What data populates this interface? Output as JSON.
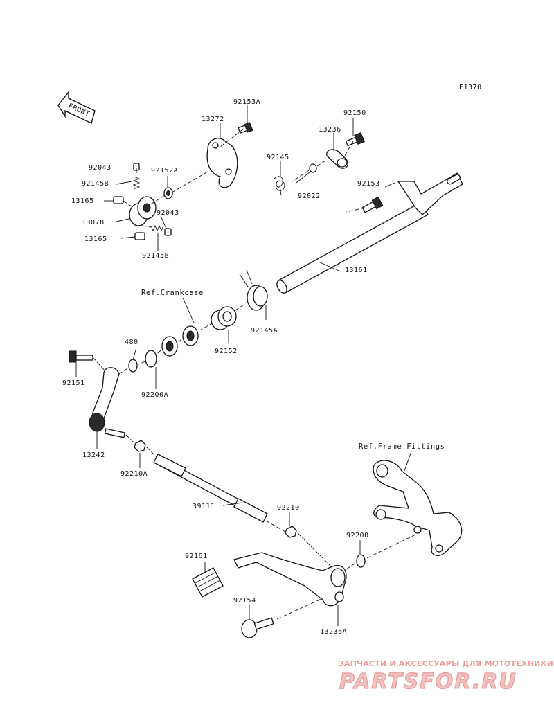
{
  "diagram_code": "E1370",
  "front_arrow_text": "FRONT",
  "labels": [
    {
      "id": "92153A",
      "text": "92153A"
    },
    {
      "id": "13272",
      "text": "13272"
    },
    {
      "id": "92150",
      "text": "92150"
    },
    {
      "id": "13236",
      "text": "13236"
    },
    {
      "id": "92145",
      "text": "92145"
    },
    {
      "id": "92043-top",
      "text": "92043"
    },
    {
      "id": "92152A",
      "text": "92152A"
    },
    {
      "id": "92145B-top",
      "text": "92145B"
    },
    {
      "id": "92153",
      "text": "92153"
    },
    {
      "id": "92022",
      "text": "92022"
    },
    {
      "id": "13165-top",
      "text": "13165"
    },
    {
      "id": "92043-mid",
      "text": "92043"
    },
    {
      "id": "13078",
      "text": "13078"
    },
    {
      "id": "13165-bot",
      "text": "13165"
    },
    {
      "id": "92145B-bot",
      "text": "92145B"
    },
    {
      "id": "13161",
      "text": "13161"
    },
    {
      "id": "92145A",
      "text": "92145A"
    },
    {
      "id": "480",
      "text": "480"
    },
    {
      "id": "92152",
      "text": "92152"
    },
    {
      "id": "92151",
      "text": "92151"
    },
    {
      "id": "92200A",
      "text": "92200A"
    },
    {
      "id": "13242",
      "text": "13242"
    },
    {
      "id": "92210A",
      "text": "92210A"
    },
    {
      "id": "39111",
      "text": "39111"
    },
    {
      "id": "92210",
      "text": "92210"
    },
    {
      "id": "92200",
      "text": "92200"
    },
    {
      "id": "92161",
      "text": "92161"
    },
    {
      "id": "92154",
      "text": "92154"
    },
    {
      "id": "13236A",
      "text": "13236A"
    }
  ],
  "references": [
    {
      "id": "crankcase",
      "text": "Ref.Crankcase"
    },
    {
      "id": "frame",
      "text": "Ref.Frame Fittings"
    }
  ],
  "watermark": {
    "tagline": "ЗАПЧАСТИ И АКСЕССУАРЫ ДЛЯ МОТОТЕХНИКИ",
    "brand": "PARTSFOR.RU"
  }
}
